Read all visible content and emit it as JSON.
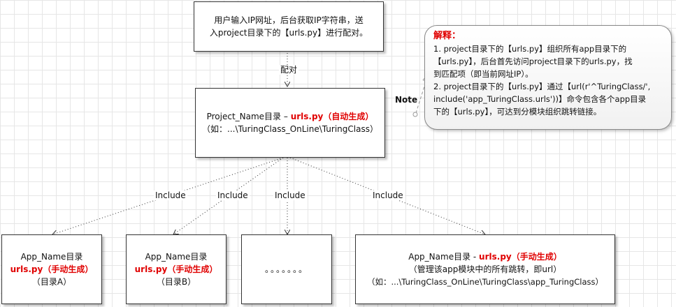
{
  "top_box": {
    "line1": "用户输入IP网址，后台获取IP字符串，送",
    "line2": "入project目录下的【urls.py】进行配对。"
  },
  "match_label": "配对",
  "project_box": {
    "name": "Project_Name目录 – ",
    "red": "urls.py（自动生成）",
    "path": "（如：...\\TuringClass_OnLine\\TuringClass）"
  },
  "note": {
    "tag": "Note",
    "title": "解释：",
    "lines": [
      "1. project目录下的【urls.py】组织所有app目录下的",
      "【urls.py】，后台首先访问project目录下的urls.py，找",
      "到匹配项（即当前网址IP）。",
      "2. project目录下的【urls.py】通过【url(r'^TuringClass/',",
      "include('app_TuringClass.urls'))】命令包含各个app目录",
      "下的【urls.py】，可达到分模块组织跳转链接。"
    ]
  },
  "include_labels": [
    "Include",
    "Include",
    "Include",
    "Include"
  ],
  "app_boxes": [
    {
      "name": "App_Name目录",
      "red": "urls.py（手动生成）",
      "sub": "（目录A）"
    },
    {
      "name": "App_Name目录",
      "red": "urls.py（手动生成）",
      "sub": "（目录B）"
    },
    {
      "dots": "。。。。。。。"
    },
    {
      "name": "App_Name目录 - ",
      "red": "urls.py（手动生成）",
      "sub": "（管理该app模块中的所有跳转，即url）",
      "path": "（如：...\\TuringClass_OnLine\\TuringClass\\app_TuringClass）"
    }
  ]
}
